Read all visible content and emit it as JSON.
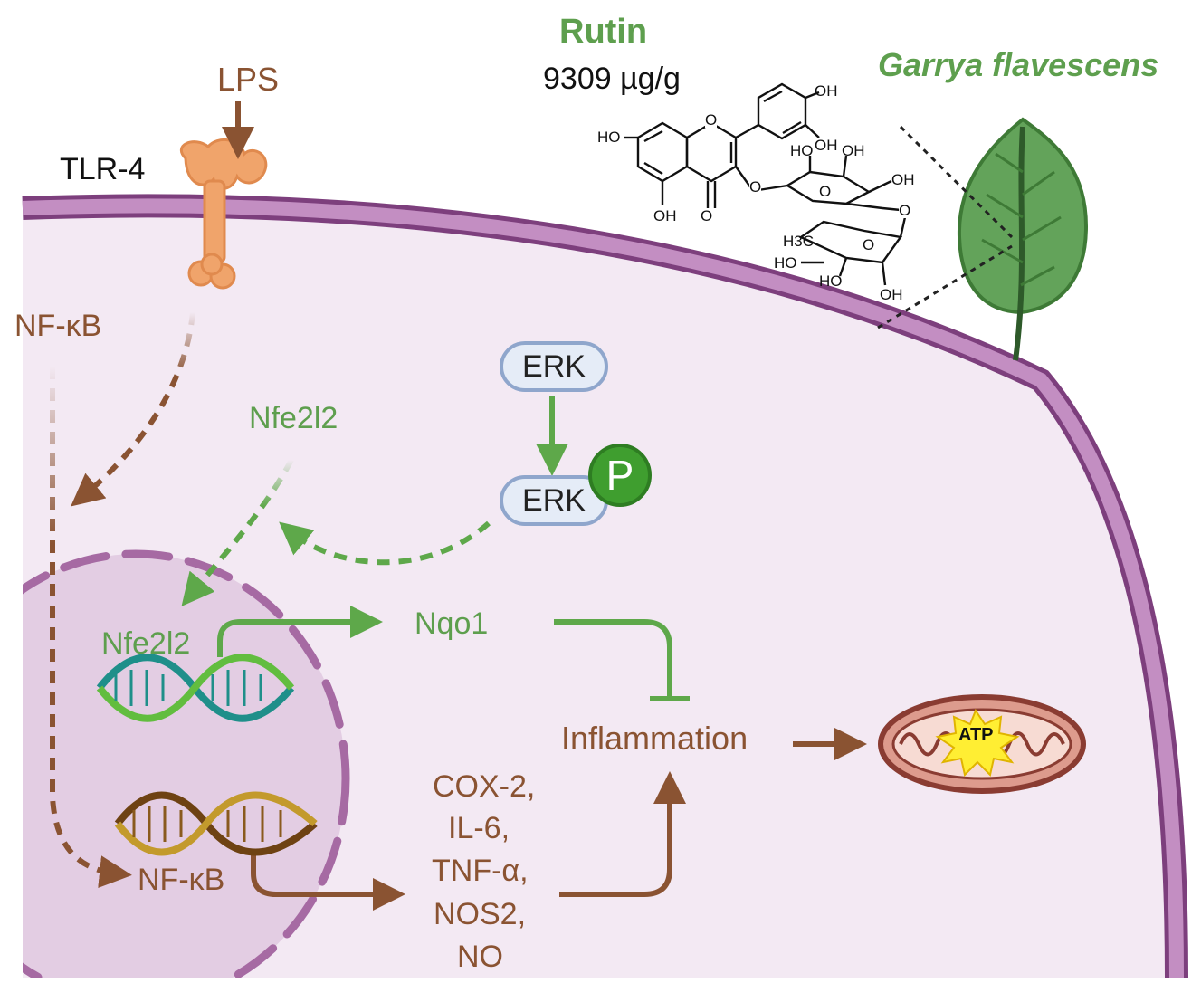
{
  "compound": {
    "name": "Rutin",
    "content": "9309 µg/g"
  },
  "plant": {
    "name": "Garrya flavescens"
  },
  "structure": {
    "ho1": "HO",
    "oh_top": "OH",
    "oh_top2": "OH",
    "oh_left": "OH",
    "ketone_o": "O",
    "ring_o": "O",
    "ho_glu": "HO",
    "oh_glu1": "OH",
    "oh_glu2": "OH",
    "o_glu": "O",
    "o_link": "O",
    "o_link2": "O",
    "ch3": "H3C",
    "ho_rha1": "HO",
    "ho_rha2": "HO",
    "oh_rha": "OH",
    "o_rha": "O"
  },
  "receptor": {
    "ligand": "LPS",
    "name": "TLR-4"
  },
  "cytoplasm": {
    "nfkb": "NF-κB",
    "nfe2l2": "Nfe2l2",
    "erk": "ERK",
    "erk_p": "ERK",
    "phospho": "P",
    "nqo1": "Nqo1",
    "inflammation": "Inflammation",
    "mediators": [
      "COX-2,",
      "IL-6,",
      "TNF-α,",
      "NOS2,",
      "NO"
    ],
    "atp": "ATP"
  },
  "nucleus": {
    "nfe2l2": "Nfe2l2",
    "nfkb": "NF-κB"
  },
  "colors": {
    "membrane": "#a56ba4",
    "cytoplasm": "#f3e9f3",
    "nucleus": "#e3cde3",
    "green": "#5e9f4e",
    "brown": "#8a5332"
  }
}
